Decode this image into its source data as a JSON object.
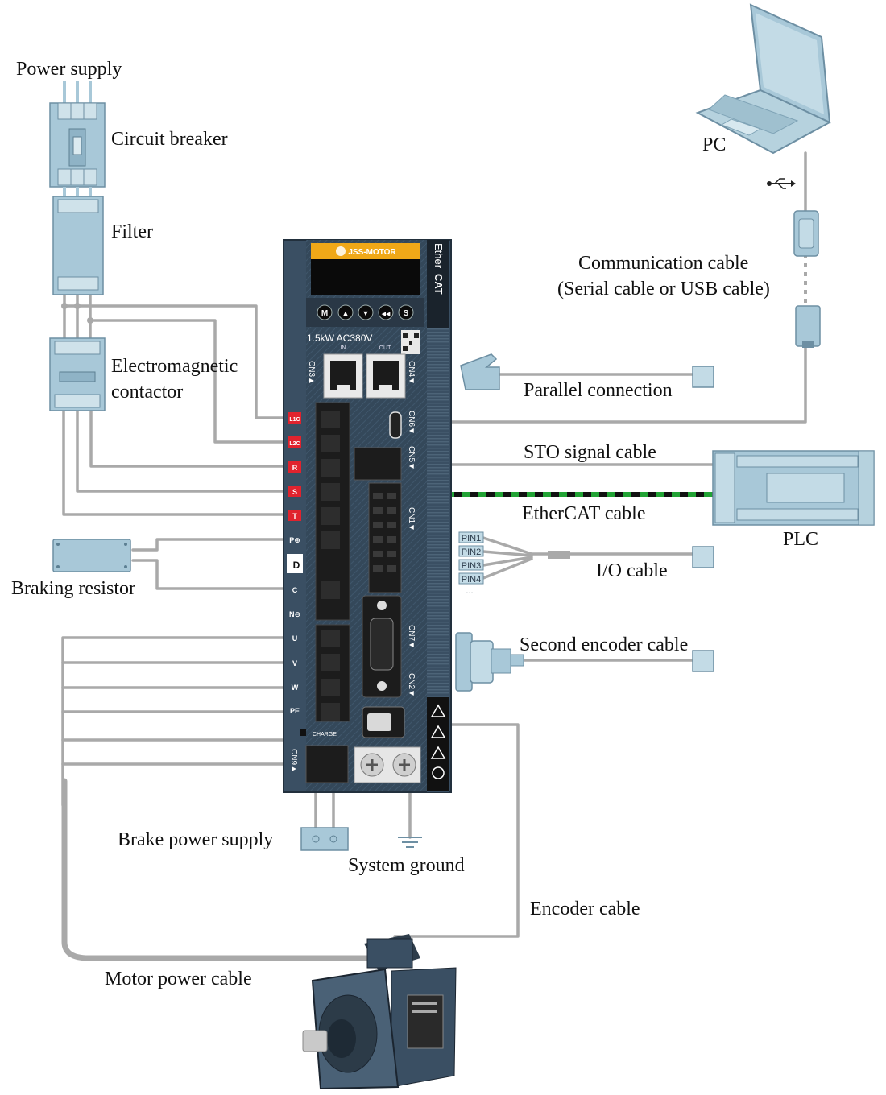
{
  "labels": {
    "power_supply": "Power supply",
    "circuit_breaker": "Circuit breaker",
    "filter": "Filter",
    "contactor_line1": "Electromagnetic",
    "contactor_line2": "contactor",
    "braking_resistor": "Braking resistor",
    "pc": "PC",
    "comm_cable_line1": "Communication cable",
    "comm_cable_line2": "(Serial cable or USB cable)",
    "parallel_connection": "Parallel connection",
    "sto_signal_cable": "STO signal cable",
    "ethercat_cable": "EtherCAT cable",
    "plc": "PLC",
    "io_cable": "I/O cable",
    "second_encoder_cable": "Second encoder cable",
    "brake_power_supply": "Brake power supply",
    "system_ground": "System ground",
    "encoder_cable": "Encoder cable",
    "motor_power_cable": "Motor power cable"
  },
  "drive": {
    "brand": "JSS-MOTOR",
    "rating": "1.5kW AC380V",
    "port_in": "IN",
    "port_out": "OUT",
    "ethercat_logo_line1": "Ether",
    "ethercat_logo_line2": "CAT",
    "buttons": [
      "M",
      "▲",
      "▼",
      "◀◀",
      "S"
    ],
    "connectors": {
      "cn3": "CN3▲",
      "cn4": "CN4▼",
      "cn6": "CN6▼",
      "cn5": "CN5▼",
      "cn1": "CN1▼",
      "cn7": "CN7▼",
      "cn2": "CN2▼",
      "cn9": "CN9▲"
    },
    "terminals": [
      "L1C",
      "L2C",
      "R",
      "S",
      "T",
      "P⊕",
      "D",
      "C",
      "N⊖",
      "U",
      "V",
      "W",
      "PE"
    ],
    "charge_label": "CHARGE"
  },
  "io_pins": [
    "PIN1",
    "PIN2",
    "PIN3",
    "PIN4",
    "..."
  ],
  "colors": {
    "device_blue": "#a8c8d8",
    "drive_body": "#3a4f63",
    "wire_gray": "#a9a9a9",
    "ethercat_green": "#1f8f2e",
    "brand_orange": "#f0a818",
    "terminal_red": "#e0232e"
  }
}
